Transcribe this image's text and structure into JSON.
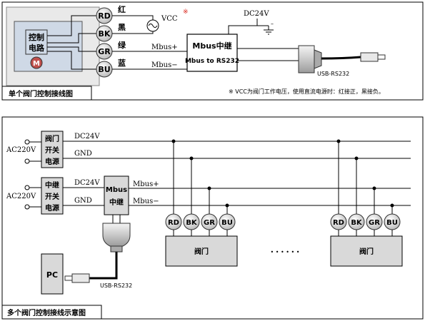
{
  "top_panel": {
    "controller_label_1": "控制",
    "controller_label_2": "电路",
    "motor_letter": "M",
    "wires": [
      {
        "code": "RD",
        "color_name": "红"
      },
      {
        "code": "BK",
        "color_name": "黑"
      },
      {
        "code": "GR",
        "color_name": "绿"
      },
      {
        "code": "BU",
        "color_name": "蓝"
      }
    ],
    "vcc_label": "VCC",
    "vcc_mark": "※",
    "mbus_plus": "Mbus+",
    "mbus_minus": "Mbus−",
    "dc24v": "DC24V",
    "relay_title": "Mbus中继",
    "relay_subtitle": "Mbus to RS232",
    "usb_label": "USB-RS232",
    "caption": "单个阀门控制接线图",
    "note": "※ VCC为阀门工作电压，使用直流电源时：红接正，黑接负。"
  },
  "bottom_panel": {
    "ac_label_1": "AC220V",
    "ac_label_2": "AC220V",
    "psu_label_lines": [
      "阀门",
      "开关",
      "电源"
    ],
    "relay_label_lines": [
      "中继",
      "开关",
      "电源"
    ],
    "dc24v_label": "DC24V",
    "gnd_label": "GND",
    "dc24v_label_2": "DC24V",
    "gnd_label_2": "GND",
    "mbus_relay_lines": [
      "Mbus",
      "中继"
    ],
    "mbus_plus": "Mbus+",
    "mbus_minus": "Mbus−",
    "pc_label": "PC",
    "usb_label": "USB-RS232",
    "valve_label": "阀门",
    "valve_label_2": "阀门",
    "terminals": [
      "RD",
      "BK",
      "GR",
      "BU"
    ],
    "ellipsis": "• • • • • •",
    "caption": "多个阀门控制接线示意图"
  },
  "colors": {
    "line": "#000000",
    "box_fill": "#d9d9d9",
    "controller_fill": "#cfd9e6",
    "terminal_fill": "#e8e8e8",
    "note_mark": "#d9261c"
  }
}
